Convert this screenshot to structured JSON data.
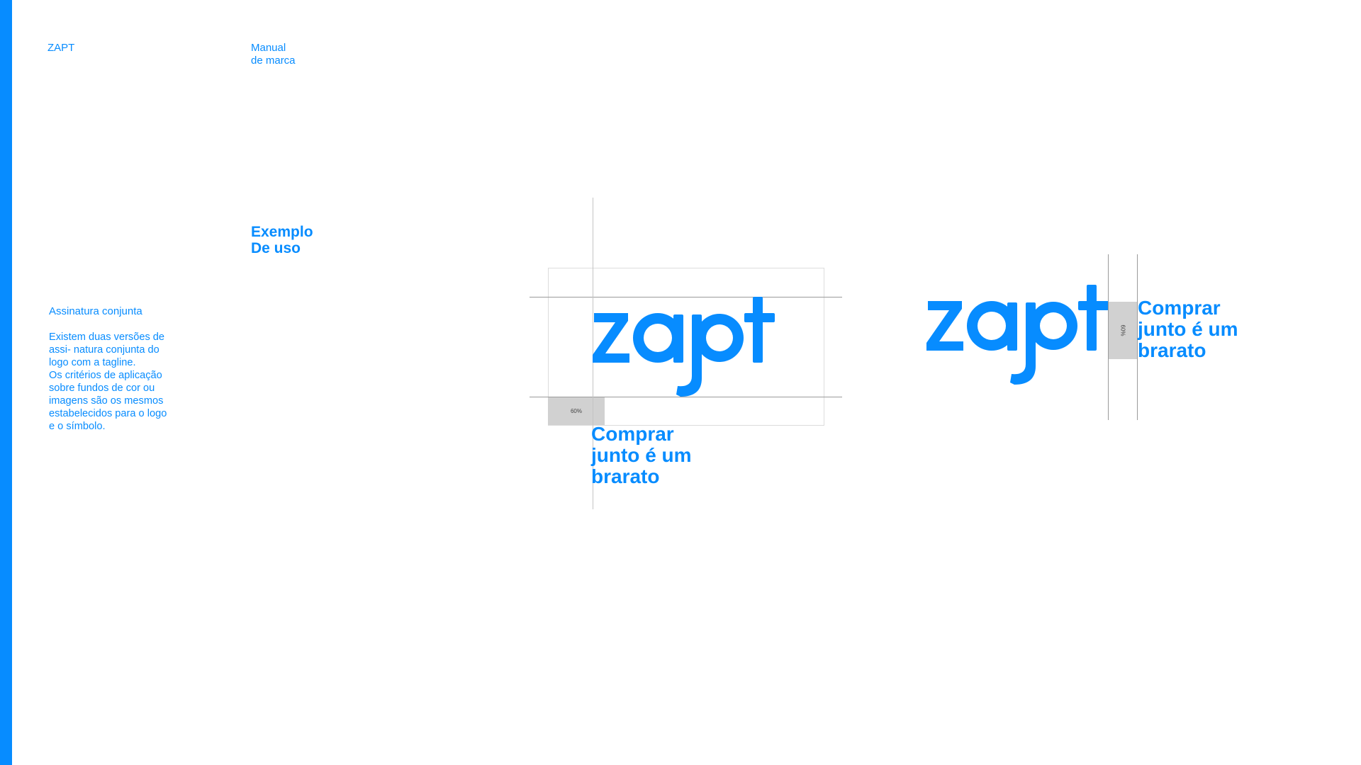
{
  "header": {
    "brand": "ZAPT",
    "manual": [
      "Manual",
      "de marca"
    ]
  },
  "section": {
    "title": [
      "Exemplo",
      "De uso"
    ]
  },
  "sidebar": {
    "subtitle": "Assinatura conjunta",
    "paragraph": [
      "Existem duas versões de",
      "assi- natura conjunta do",
      "logo com a tagline.",
      "Os critérios de aplicação",
      "sobre fundos de cor ou",
      "imagens são os mesmos",
      "estabelecidos para o logo",
      "e o símbolo."
    ]
  },
  "examples": {
    "vertical": {
      "logo": "zapt",
      "spacing_label": "60%",
      "tagline": [
        "Comprar",
        "junto é um",
        "brarato"
      ]
    },
    "horizontal": {
      "logo": "zapt",
      "spacing_label": "60%",
      "tagline": [
        "Comprar",
        "junto é um",
        "brarato"
      ]
    }
  },
  "colors": {
    "brand": "#078cff",
    "guide": "#9a9a9a",
    "spacing_box": "#d1d1d1"
  }
}
